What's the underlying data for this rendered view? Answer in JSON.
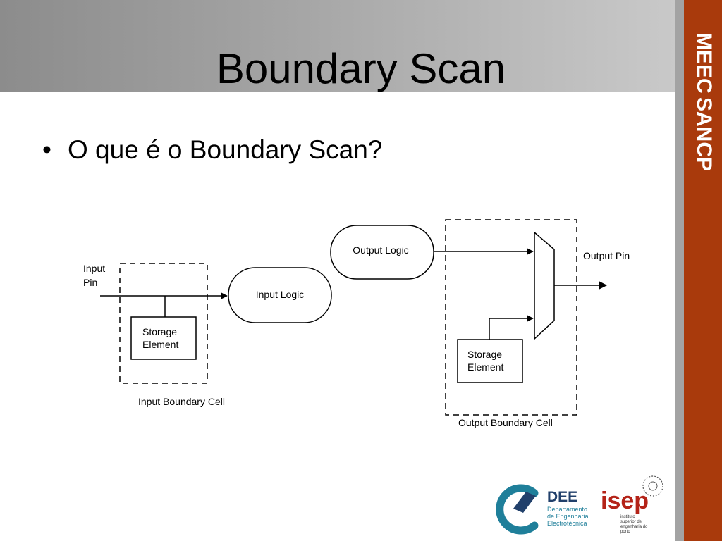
{
  "slide": {
    "title": "Boundary Scan",
    "bullet": "O que é o Boundary Scan?"
  },
  "sidebar": {
    "program": "MEEC",
    "course": "SANCP"
  },
  "diagram": {
    "input_pin": [
      "Input",
      "Pin"
    ],
    "input_logic": "Input Logic",
    "output_logic": "Output Logic",
    "output_pin": "Output Pin",
    "storage_element": [
      "Storage",
      "Element"
    ],
    "input_cell_label": "Input Boundary Cell",
    "output_cell_label": "Output Boundary Cell"
  },
  "logos": {
    "dee": {
      "name": "DEE",
      "lines": [
        "Departamento",
        "de Engenharia",
        "Electrotécnica"
      ]
    },
    "isep": {
      "name": "isep",
      "lines": [
        "instituto",
        "superior de",
        "engenharia do",
        "porto"
      ]
    }
  },
  "colors": {
    "sidebar": "#a93a0c",
    "logo_teal": "#1f7f9a",
    "logo_navy": "#21406b",
    "isep_red": "#b42318"
  }
}
